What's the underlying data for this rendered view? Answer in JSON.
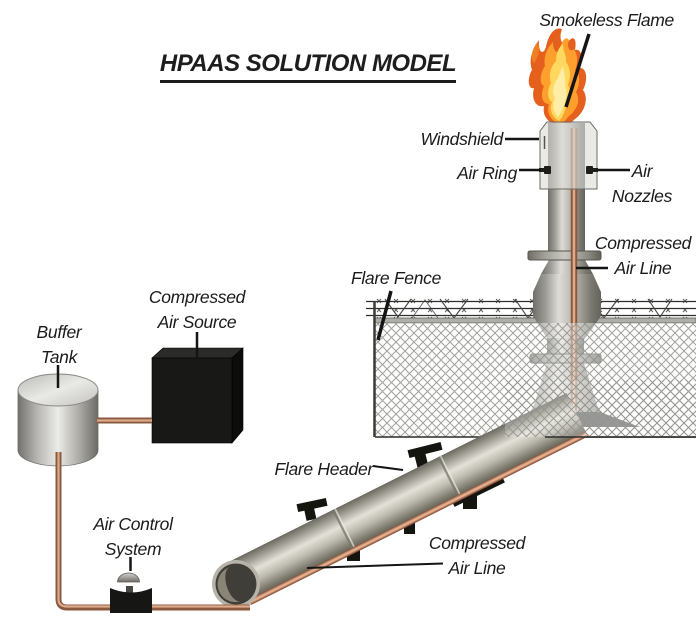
{
  "title": "HPAAS SOLUTION MODEL",
  "labels": {
    "smokeless_flame": "Smokeless Flame",
    "windshield": "Windshield",
    "air_ring": "Air Ring",
    "air_nozzles": [
      "Air",
      "Nozzles"
    ],
    "compressed_air_line_top": [
      "Compressed",
      "Air Line"
    ],
    "flare_fence": "Flare Fence",
    "compressed_air_source": [
      "Compressed",
      "Air Source"
    ],
    "buffer_tank": [
      "Buffer",
      "Tank"
    ],
    "flare_header": "Flare Header",
    "air_control_system": [
      "Air Control",
      "System"
    ],
    "compressed_air_line_bottom": [
      "Compressed",
      "Air Line"
    ]
  },
  "colors": {
    "background": "#ffffff",
    "label_text": "#1b1b1b",
    "steel_light": "#e4e1d8",
    "steel_dark": "#64635d",
    "copper_line": "#c08a6a",
    "flame_core": "#ffeda8",
    "flame_yellow": "#ffd95f",
    "flame_orange": "#ff9f2d",
    "flame_red": "#e55f1d",
    "equipment_black": "#161614",
    "fence_mesh": "#90908c"
  }
}
